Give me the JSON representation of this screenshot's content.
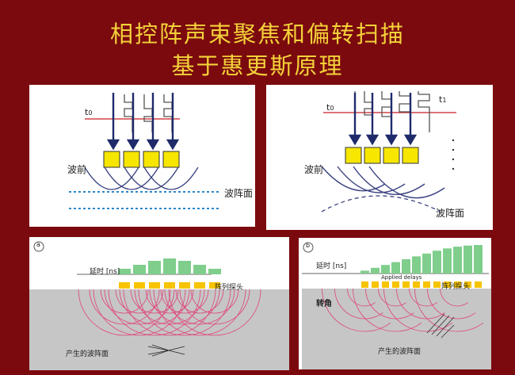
{
  "title": {
    "line1": "相控阵声束聚焦和偏转扫描",
    "line2": "基于惠更斯原理"
  },
  "panel_focus": {
    "t0_label": "t",
    "t0_sub": "0",
    "wave_front_left": "波前",
    "wave_surface": "波阵面"
  },
  "panel_steer": {
    "t0_label": "t",
    "t0_sub": "0",
    "t1_label": "t",
    "t1_sub": "1",
    "wave_front_left": "波前",
    "wave_surface": "波阵面"
  },
  "panel_a": {
    "letter": "a",
    "delay_label": "延时 [ns]",
    "probe_label": "阵列探头",
    "result_label": "产生的波阵面",
    "delays": [
      0.35,
      0.6,
      0.85,
      1.0,
      0.85,
      0.6,
      0.35
    ]
  },
  "panel_b": {
    "letter": "b",
    "delay_label": "延时 [ns]",
    "applied_label": "Applied delays",
    "probe_label": "阵列探头",
    "angle_label": "转角",
    "result_label": "产生的波阵面",
    "delays": [
      0.1,
      0.2,
      0.3,
      0.4,
      0.5,
      0.6,
      0.7,
      0.8,
      0.88,
      0.94,
      0.98,
      1.0
    ]
  },
  "colors": {
    "background": "#7b0a0e",
    "title": "#f4d23a",
    "element": "#f6e600",
    "arrow": "#1f2a6b",
    "curve": "#3a4280",
    "wave_dots": "#2b86c9",
    "delay_bar": "#7fce8c",
    "medium": "#c6c6c6",
    "wave_lines": "#e0437a"
  }
}
